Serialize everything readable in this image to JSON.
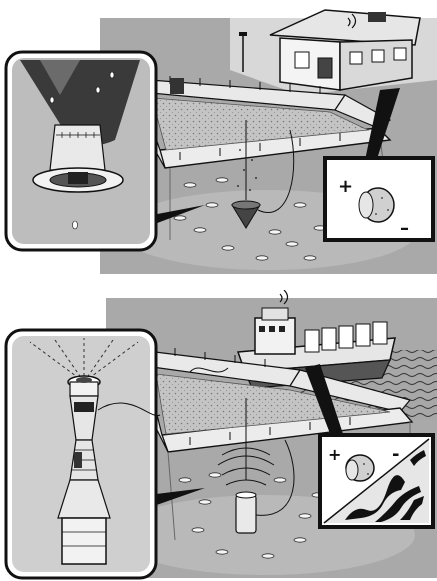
{
  "diagram": {
    "panels": [
      {
        "id": "top",
        "scene": "fish-farm-with-shore-house",
        "callouts": [
          "feeder-camera-closeup",
          "feed-pellet-detail"
        ],
        "pellet_sign_plus": "+",
        "pellet_sign_minus": "–"
      },
      {
        "id": "bottom",
        "scene": "fish-farm-with-feed-barge",
        "callouts": [
          "sonar-sensor-closeup",
          "pellet-vs-waste-detail"
        ],
        "pellet_sign_plus": "+",
        "pellet_sign_minus": "-"
      }
    ],
    "colors": {
      "background_gray": "#a9a9a9",
      "water_gray": "#bdbdbd",
      "ink": "#111111",
      "paper": "#ffffff"
    },
    "icons": [
      "house-icon",
      "feed-barge-icon",
      "camera-feeder-icon",
      "sonar-sensor-icon",
      "fish-icon",
      "feed-pellet-icon"
    ]
  }
}
